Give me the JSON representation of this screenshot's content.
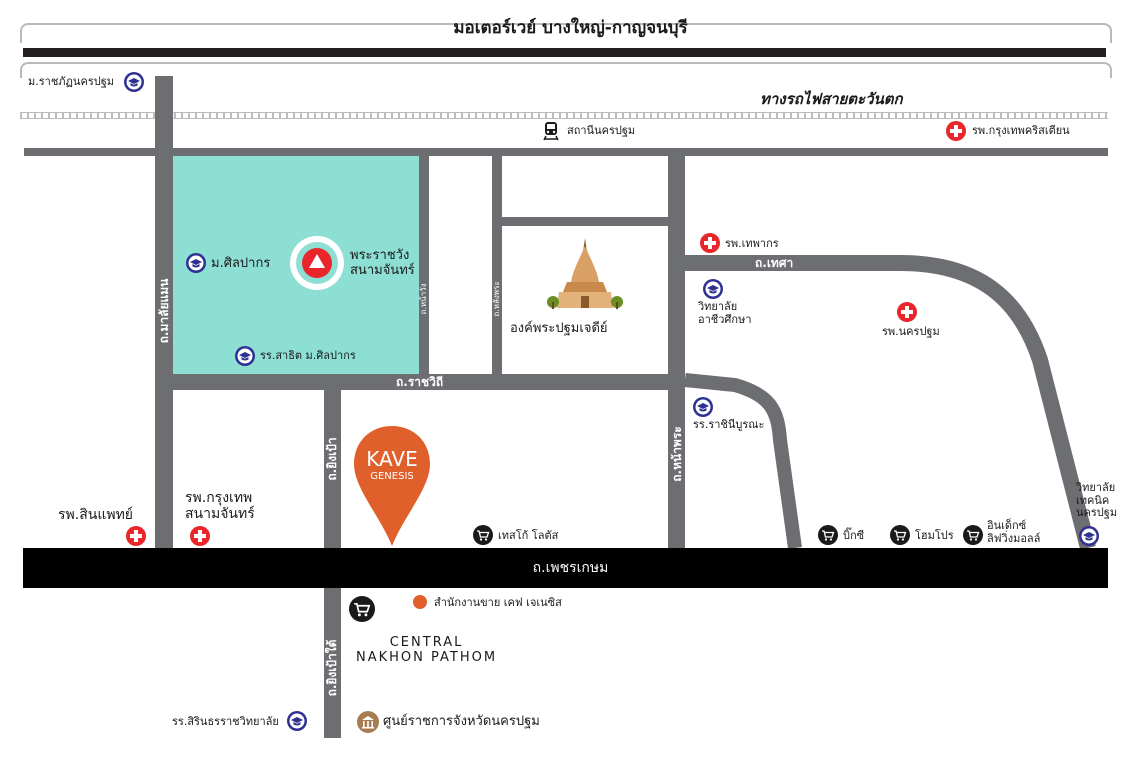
{
  "colors": {
    "road": "#6d6e71",
    "highway": "#000000",
    "palace_area": "#8ddfd4",
    "hospital": "#e8262c",
    "school": "#2e3192",
    "landmark": "#e0602b",
    "railway": "#bfbfbf",
    "government": "#a67c52"
  },
  "top": {
    "motorway_label": "มอเตอร์เวย์ บางใหญ่-กาญจนบุรี",
    "railway_label": "ทางรถไฟสายตะวันตก",
    "station_label": "สถานีนครปฐม"
  },
  "roads": {
    "malaiman": "ถ.มาลัยแมน",
    "ratchawithi": "ถ.ราชวิถี",
    "thesa": "ถ.เทศา",
    "phetkasem": "ถ.เพชรเกษม",
    "na_phra": "ถ.หน้าพระ",
    "ying_pao": "ถ.ยิงเป้า",
    "ying_pao_tai": "ถ.ยิงเป้าใต้",
    "na_wang": "ถ.หน้าวัง",
    "lang_phra": "ถ.หลังพระ"
  },
  "places": {
    "rajabhat": "ม.ราชภัฏนครปฐม",
    "christian_hospital": "รพ.กรุงเทพคริสเตียน",
    "silpakorn": "ม.ศิลปากร",
    "palace": "พระราชวัง\nสนามจันทร์",
    "demo_school": "รร.สาธิต ม.ศิลปากร",
    "chedi": "องค์พระปฐมเจดีย์",
    "thepakorn_hospital": "รพ.เทพากร",
    "college_art": "วิทยาลัย\nอาชีวศึกษา",
    "nakhonpathom_hospital": "รพ.นครปฐม",
    "rachini_school": "รร.ราชินีบูรณะ",
    "tech_college": "วิทยาลัย\nเทคนิค\nนครปฐม",
    "sinphaet_hospital": "รพ.สินแพทย์",
    "bangkok_hospital": "รพ.กรุงเทพ\nสนามจันทร์",
    "lotus": "เทสโก้ โลตัส",
    "bigc": "บิ๊กซี",
    "homepro": "โฮมโปร",
    "index": "อินเด็กซ์\nลิฟวิ่งมอลล์",
    "sales_office": "สำนักงานขาย เคฟ เจเนซิส",
    "central": "CENTRAL\nNAKHON PATHOM",
    "sirindhorn_school": "รร.สิรินธรราชวิทยาลัย",
    "provincial_hall": "ศูนย์ราชการจังหวัดนครปฐม"
  },
  "pin": {
    "line1": "KAVE",
    "line2": "GENESIS"
  },
  "icons": {
    "school": "graduation-cap-icon",
    "hospital": "red-cross-icon",
    "mall": "shopping-cart-icon",
    "train": "train-icon",
    "government": "government-building-icon",
    "palace": "triangle-circle-icon",
    "pin": "map-pin-icon",
    "dot": "orange-dot-icon"
  }
}
